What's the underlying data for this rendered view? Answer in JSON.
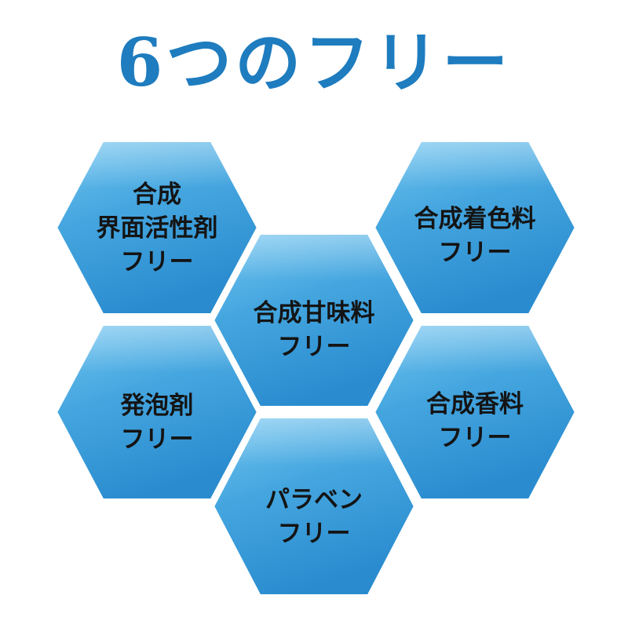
{
  "title": "6つのフリー",
  "colors": {
    "title": "#1e7cbf",
    "hex_light": "#6ec3ef",
    "hex_mid": "#3ea2dd",
    "hex_dark": "#2b8fd0",
    "hex_edge": "#1f7cc0"
  },
  "badges": [
    {
      "id": "surfactant",
      "lines": [
        "合成",
        "界面活性剤",
        "フリー"
      ]
    },
    {
      "id": "colorant",
      "lines": [
        "合成着色料",
        "フリー"
      ]
    },
    {
      "id": "sweetener",
      "lines": [
        "合成甘味料",
        "フリー"
      ]
    },
    {
      "id": "foaming",
      "lines": [
        "発泡剤",
        "フリー"
      ]
    },
    {
      "id": "fragrance",
      "lines": [
        "合成香料",
        "フリー"
      ]
    },
    {
      "id": "paraben",
      "lines": [
        "パラベン",
        "フリー"
      ]
    }
  ]
}
